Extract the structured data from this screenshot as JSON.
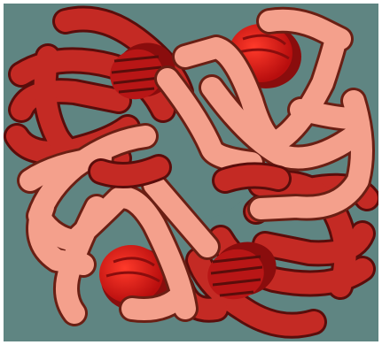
{
  "figure": {
    "kind": "protein-ribbon-diagram",
    "colors": {
      "background": "#5f8582",
      "dark_subunit": "#c42a24",
      "dark_subunit_outline": "#5a0d0b",
      "light_subunit": "#f4a08c",
      "light_subunit_outline": "#6a1f14",
      "heme": "#e01818",
      "heme_shadow": "#8a0d0d"
    },
    "subunits": [
      {
        "name": "top-left",
        "color": "dark_subunit"
      },
      {
        "name": "top-right",
        "color": "light_subunit"
      },
      {
        "name": "bottom-left",
        "color": "light_subunit"
      },
      {
        "name": "bottom-right",
        "color": "dark_subunit"
      }
    ]
  }
}
